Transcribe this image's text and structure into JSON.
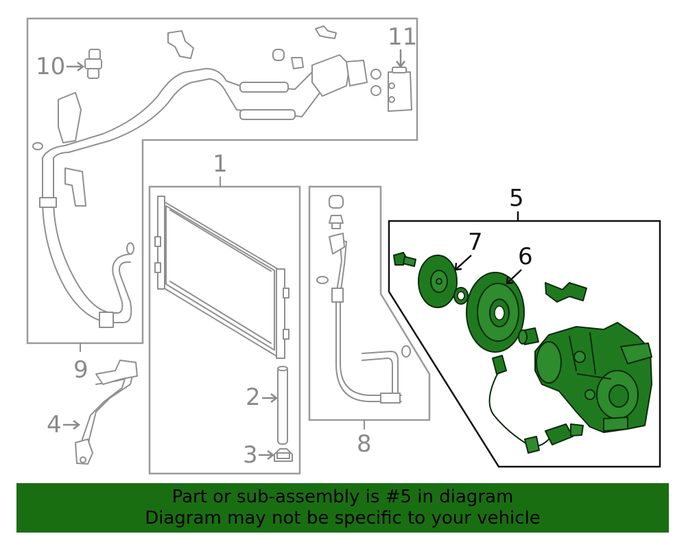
{
  "callouts": {
    "c1": "1",
    "c2": "2",
    "c3": "3",
    "c4": "4",
    "c5": "5",
    "c6": "6",
    "c7": "7",
    "c8": "8",
    "c9": "9",
    "c10": "10",
    "c11": "11"
  },
  "banner": {
    "line1": "Part or sub-assembly is #5 in diagram",
    "line2": "Diagram may not be specific to your vehicle"
  },
  "colors": {
    "highlight_green": "#1f7a1f",
    "banner_green": "#1a6e12",
    "line_gray": "#8f8f8f"
  }
}
